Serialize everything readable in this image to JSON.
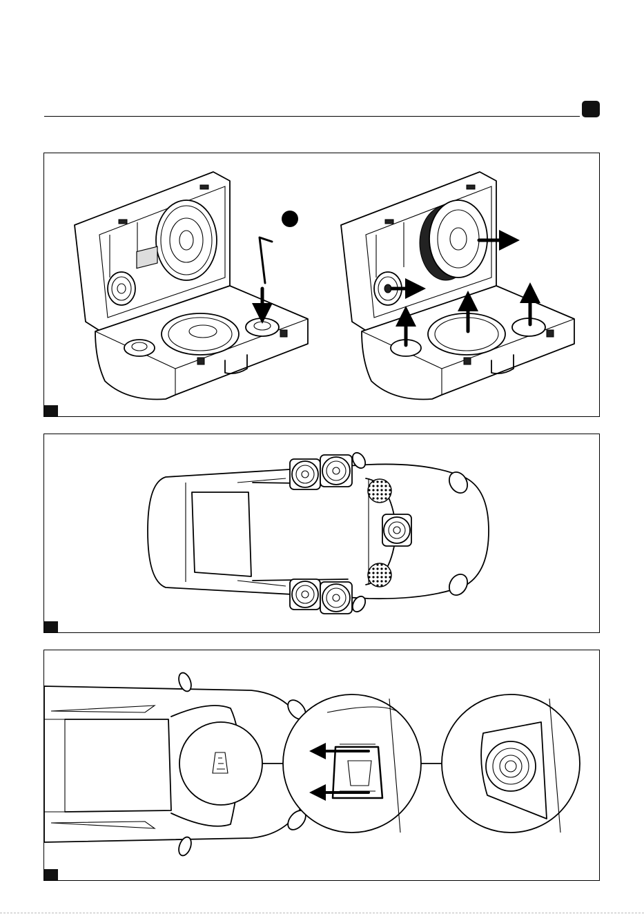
{
  "page": {
    "header_rule": "section-rule",
    "tab_color": "#111111"
  },
  "figures": [
    {
      "id": "fig-case-opened",
      "icon": "speaker-case-icon",
      "callout_marker": true
    },
    {
      "id": "fig-car-top-layout",
      "icon": "car-top-view-icon"
    },
    {
      "id": "fig-dash-detail",
      "icon": "dashboard-zoom-icon"
    }
  ],
  "colors": {
    "line": "#000000",
    "fill": "#ffffff",
    "tag": "#111111"
  }
}
